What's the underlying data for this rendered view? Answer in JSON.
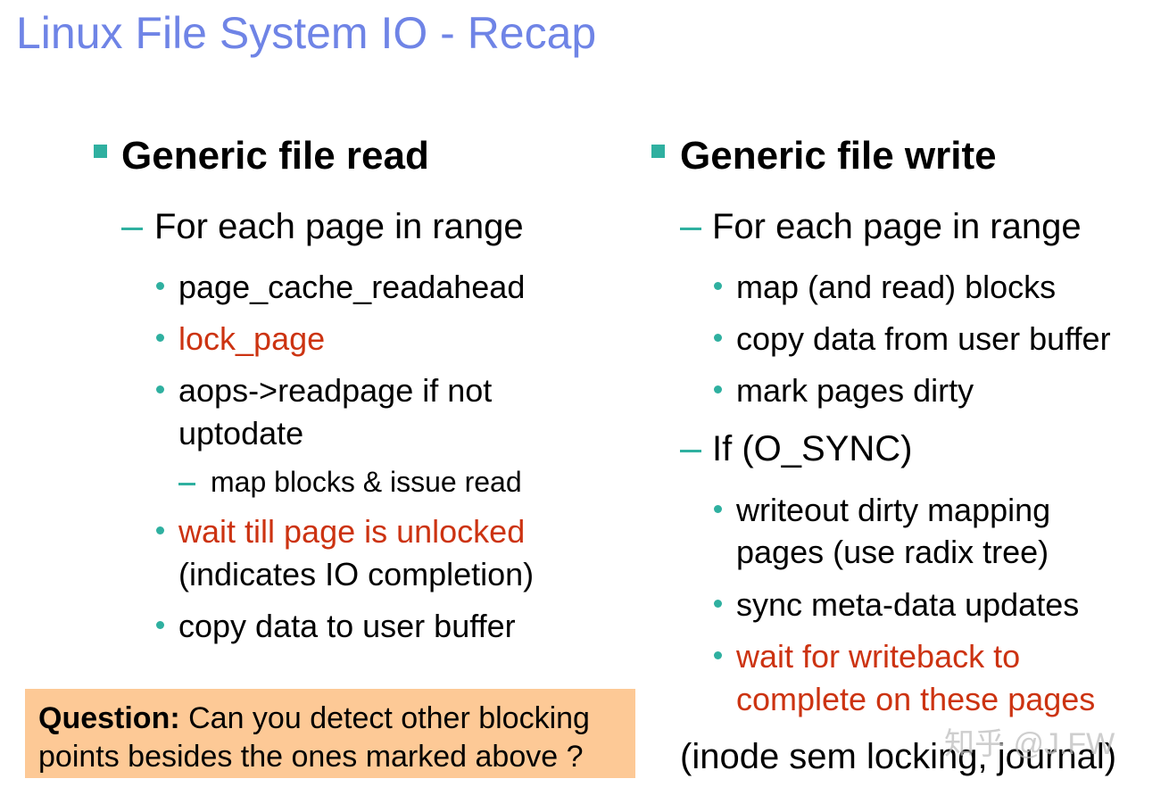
{
  "slide": {
    "title": "Linux File System IO - Recap",
    "read": {
      "heading": "Generic file read",
      "sub": "For each page in range",
      "b1": "page_cache_readahead",
      "b2": "lock_page",
      "b3a": "aops->readpage if not",
      "b3b": "uptodate",
      "b3sub": "map blocks & issue read",
      "b4a": "wait till page is unlocked",
      "b4b": "(indicates IO completion)",
      "b5": "copy data to user buffer"
    },
    "write": {
      "heading": "Generic file write",
      "sub1": "For each page in range",
      "b1": "map (and read) blocks",
      "b2": "copy data from user buffer",
      "b3": "mark pages dirty",
      "sub2": "If (O_SYNC)",
      "b4a": "writeout dirty mapping",
      "b4b": "pages (use radix tree)",
      "b5": "sync meta-data updates",
      "b6a": "wait for writeback to",
      "b6b": "complete on these pages",
      "note": "(inode sem locking, journal)"
    },
    "question": {
      "label": "Question:",
      "text_line1": " Can you detect other blocking",
      "text_line2": "points besides the ones marked above ?"
    },
    "watermark": "知乎 @J.FW",
    "colors": {
      "title": "#6f84e6",
      "bullet": "#2fb0a0",
      "highlight": "#cc3311",
      "question_bg": "#fdc996"
    }
  }
}
